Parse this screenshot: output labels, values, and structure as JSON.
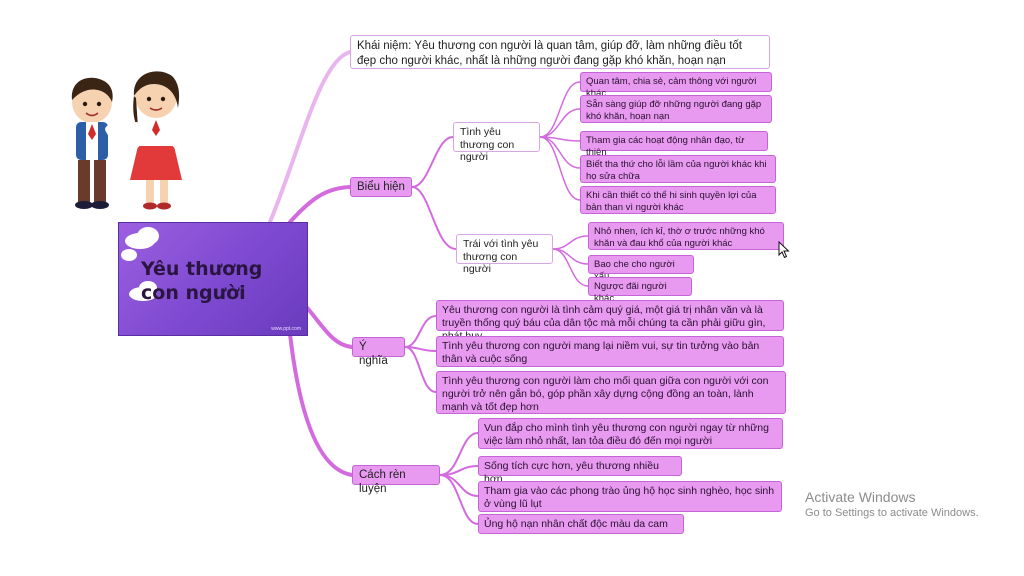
{
  "colors": {
    "link": "#d36bdf",
    "node_fill": "#e79af0",
    "node_border": "#c763d8",
    "center_fill": "#7d49d0"
  },
  "center": {
    "title": "Yêu thương con người",
    "tag": "www.ppt.com"
  },
  "definition": {
    "text": "Khái niệm: Yêu thương con người là quan tâm, giúp đỡ, làm những điều tốt đẹp cho người khác, nhất là những người đang gặp khó khăn, hoạn nạn"
  },
  "branches": {
    "bieu_hien": {
      "label": "Biểu hiện",
      "tinh_yeu": {
        "label": "Tình yêu thương con người",
        "items": [
          "Quan tâm, chia sẻ, cảm thông với người khác",
          "Sẵn sàng giúp đỡ những người đang gặp khó khăn, hoạn nạn",
          "Tham gia các hoạt động nhân đạo, từ thiện",
          "Biết tha thứ cho lỗi lầm của người khác khi họ sửa chữa",
          "Khi cần thiết có thể hi sinh quyền lợi của bản than vì người khác"
        ]
      },
      "trai_voi": {
        "label": "Trái với tình yêu thương con người",
        "items": [
          "Nhỏ nhen, ích kỉ, thờ ơ trước những khó khăn và đau khổ của người khác",
          "Bao che cho người xấu",
          "Ngược đãi người khác"
        ]
      }
    },
    "y_nghia": {
      "label": "Ý nghĩa",
      "items": [
        "Yêu thương con người là tình cảm quý giá, một giá trị nhân văn và là truyền thống quý báu của dân tộc mà mỗi chúng ta cần phải giữu gìn, phát huy",
        "Tình yêu thương con người mang lại niềm vui, sự tin tưởng vào bản thân và cuộc sống",
        "Tình yêu thương con người làm cho mối quan giữa con người với con người trở nên gắn bó, góp phần xây dựng cộng đồng an toàn, lành mạnh và tốt đẹp hơn"
      ]
    },
    "cach_ren": {
      "label": "Cách rèn luyện",
      "items": [
        "Vun đắp cho mình tình yêu thương con người ngay từ những việc làm nhỏ nhất, lan tỏa điều đó đến mọi người",
        "Sống tích cực hơn, yêu thương nhiều hơn",
        "Tham gia vào các phong trào ủng hộ học sinh nghèo, học sinh ở vùng lũ lụt",
        "Ủng hộ nạn nhân chất độc màu da cam"
      ]
    }
  },
  "watermark": {
    "title": "Activate Windows",
    "subtitle": "Go to Settings to activate Windows."
  }
}
